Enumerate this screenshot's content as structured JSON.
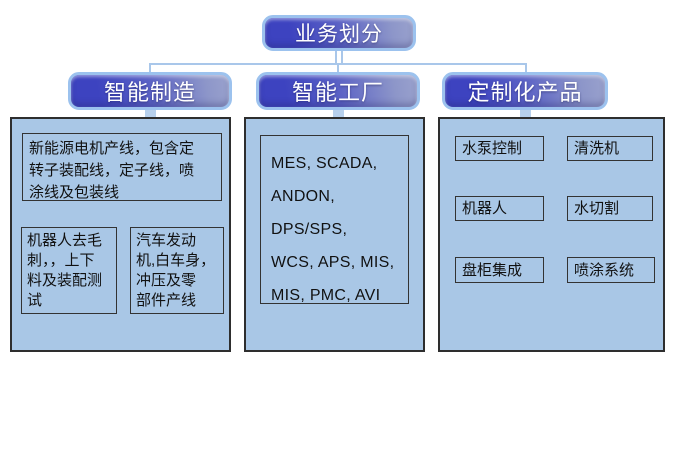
{
  "diagram": {
    "root_label": "业务划分",
    "branches": [
      {
        "header": "智能制造",
        "boxes": [
          {
            "text": "新能源电机产线，包含定\n转子装配线，定子线，喷\n涂线及包装线"
          },
          {
            "text": "机器人去毛\n刺，，上下\n料及装配测\n试"
          },
          {
            "text": "汽车发动\n机,白车身，\n冲压及零\n部件产线"
          }
        ]
      },
      {
        "header": "智能工厂",
        "boxes": [
          {
            "text": "MES, SCADA,\nANDON,\nDPS/SPS,\nWCS, APS, MIS,\nMIS, PMC, AVI"
          }
        ]
      },
      {
        "header": "定制化产品",
        "boxes": [
          {
            "text": "水泵控制"
          },
          {
            "text": "清洗机"
          },
          {
            "text": "机器人"
          },
          {
            "text": "水切割"
          },
          {
            "text": "盘柜集成"
          },
          {
            "text": "喷涂系统"
          }
        ]
      }
    ],
    "colors": {
      "panel_fill": "#a9c7e6",
      "panel_border": "#2e2e2e",
      "node_gradient_start": "#3d43c0",
      "node_gradient_end": "#9aa2cd",
      "node_border": "#9cc2ee",
      "connector": "#a9c7ea",
      "thick_connector": "#b7d0ec",
      "node_text": "#ffffff",
      "body_text": "#111111"
    }
  }
}
